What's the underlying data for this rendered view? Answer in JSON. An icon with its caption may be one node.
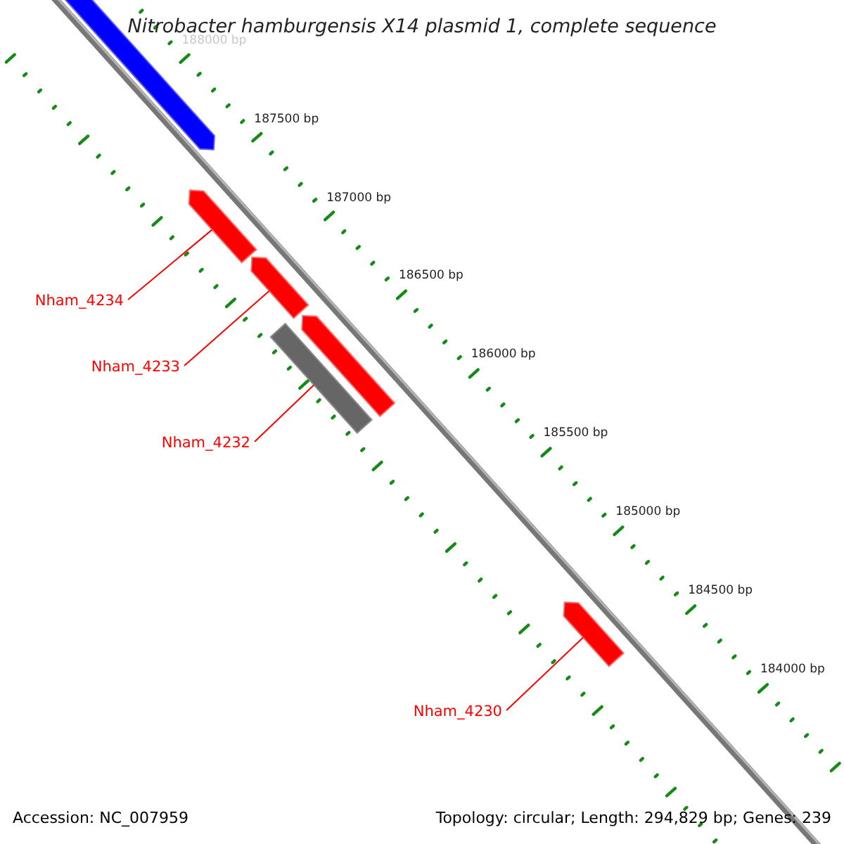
{
  "diagram": {
    "title": "Nitrobacter hamburgensis X14 plasmid 1, complete sequence",
    "nodes": [
      {
        "text": [],
        "shape": "arrow"
      },
      {
        "text": [],
        "shape": "arrow"
      },
      {
        "text": [],
        "shape": "arrow"
      },
      {
        "text": [],
        "shape": "arrow"
      },
      {
        "text": [],
        "shape": "bar"
      },
      {
        "text": [],
        "shape": "arrow"
      },
      {
        "text": [
          "Nham_4234"
        ]
      },
      {
        "text": [
          "Nham_4233"
        ]
      },
      {
        "text": [
          "Nham_4232"
        ]
      },
      {
        "text": [
          "Nham_4230"
        ]
      }
    ],
    "edges": [
      {
        "from": 6,
        "to": 1,
        "arrow": "none"
      },
      {
        "from": 7,
        "to": 2,
        "arrow": "none"
      },
      {
        "from": 8,
        "to": 4,
        "arrow": "none"
      },
      {
        "from": 9,
        "to": 5,
        "arrow": "none"
      }
    ],
    "labels": [
      "188000 bp",
      "187500 bp",
      "187000 bp",
      "186500 bp",
      "186000 bp",
      "185500 bp",
      "185000 bp",
      "184500 bp",
      "184000 bp",
      "Accession: NC_007959",
      "Topology: circular; Length: 294,829 bp; Genes: 239"
    ]
  }
}
